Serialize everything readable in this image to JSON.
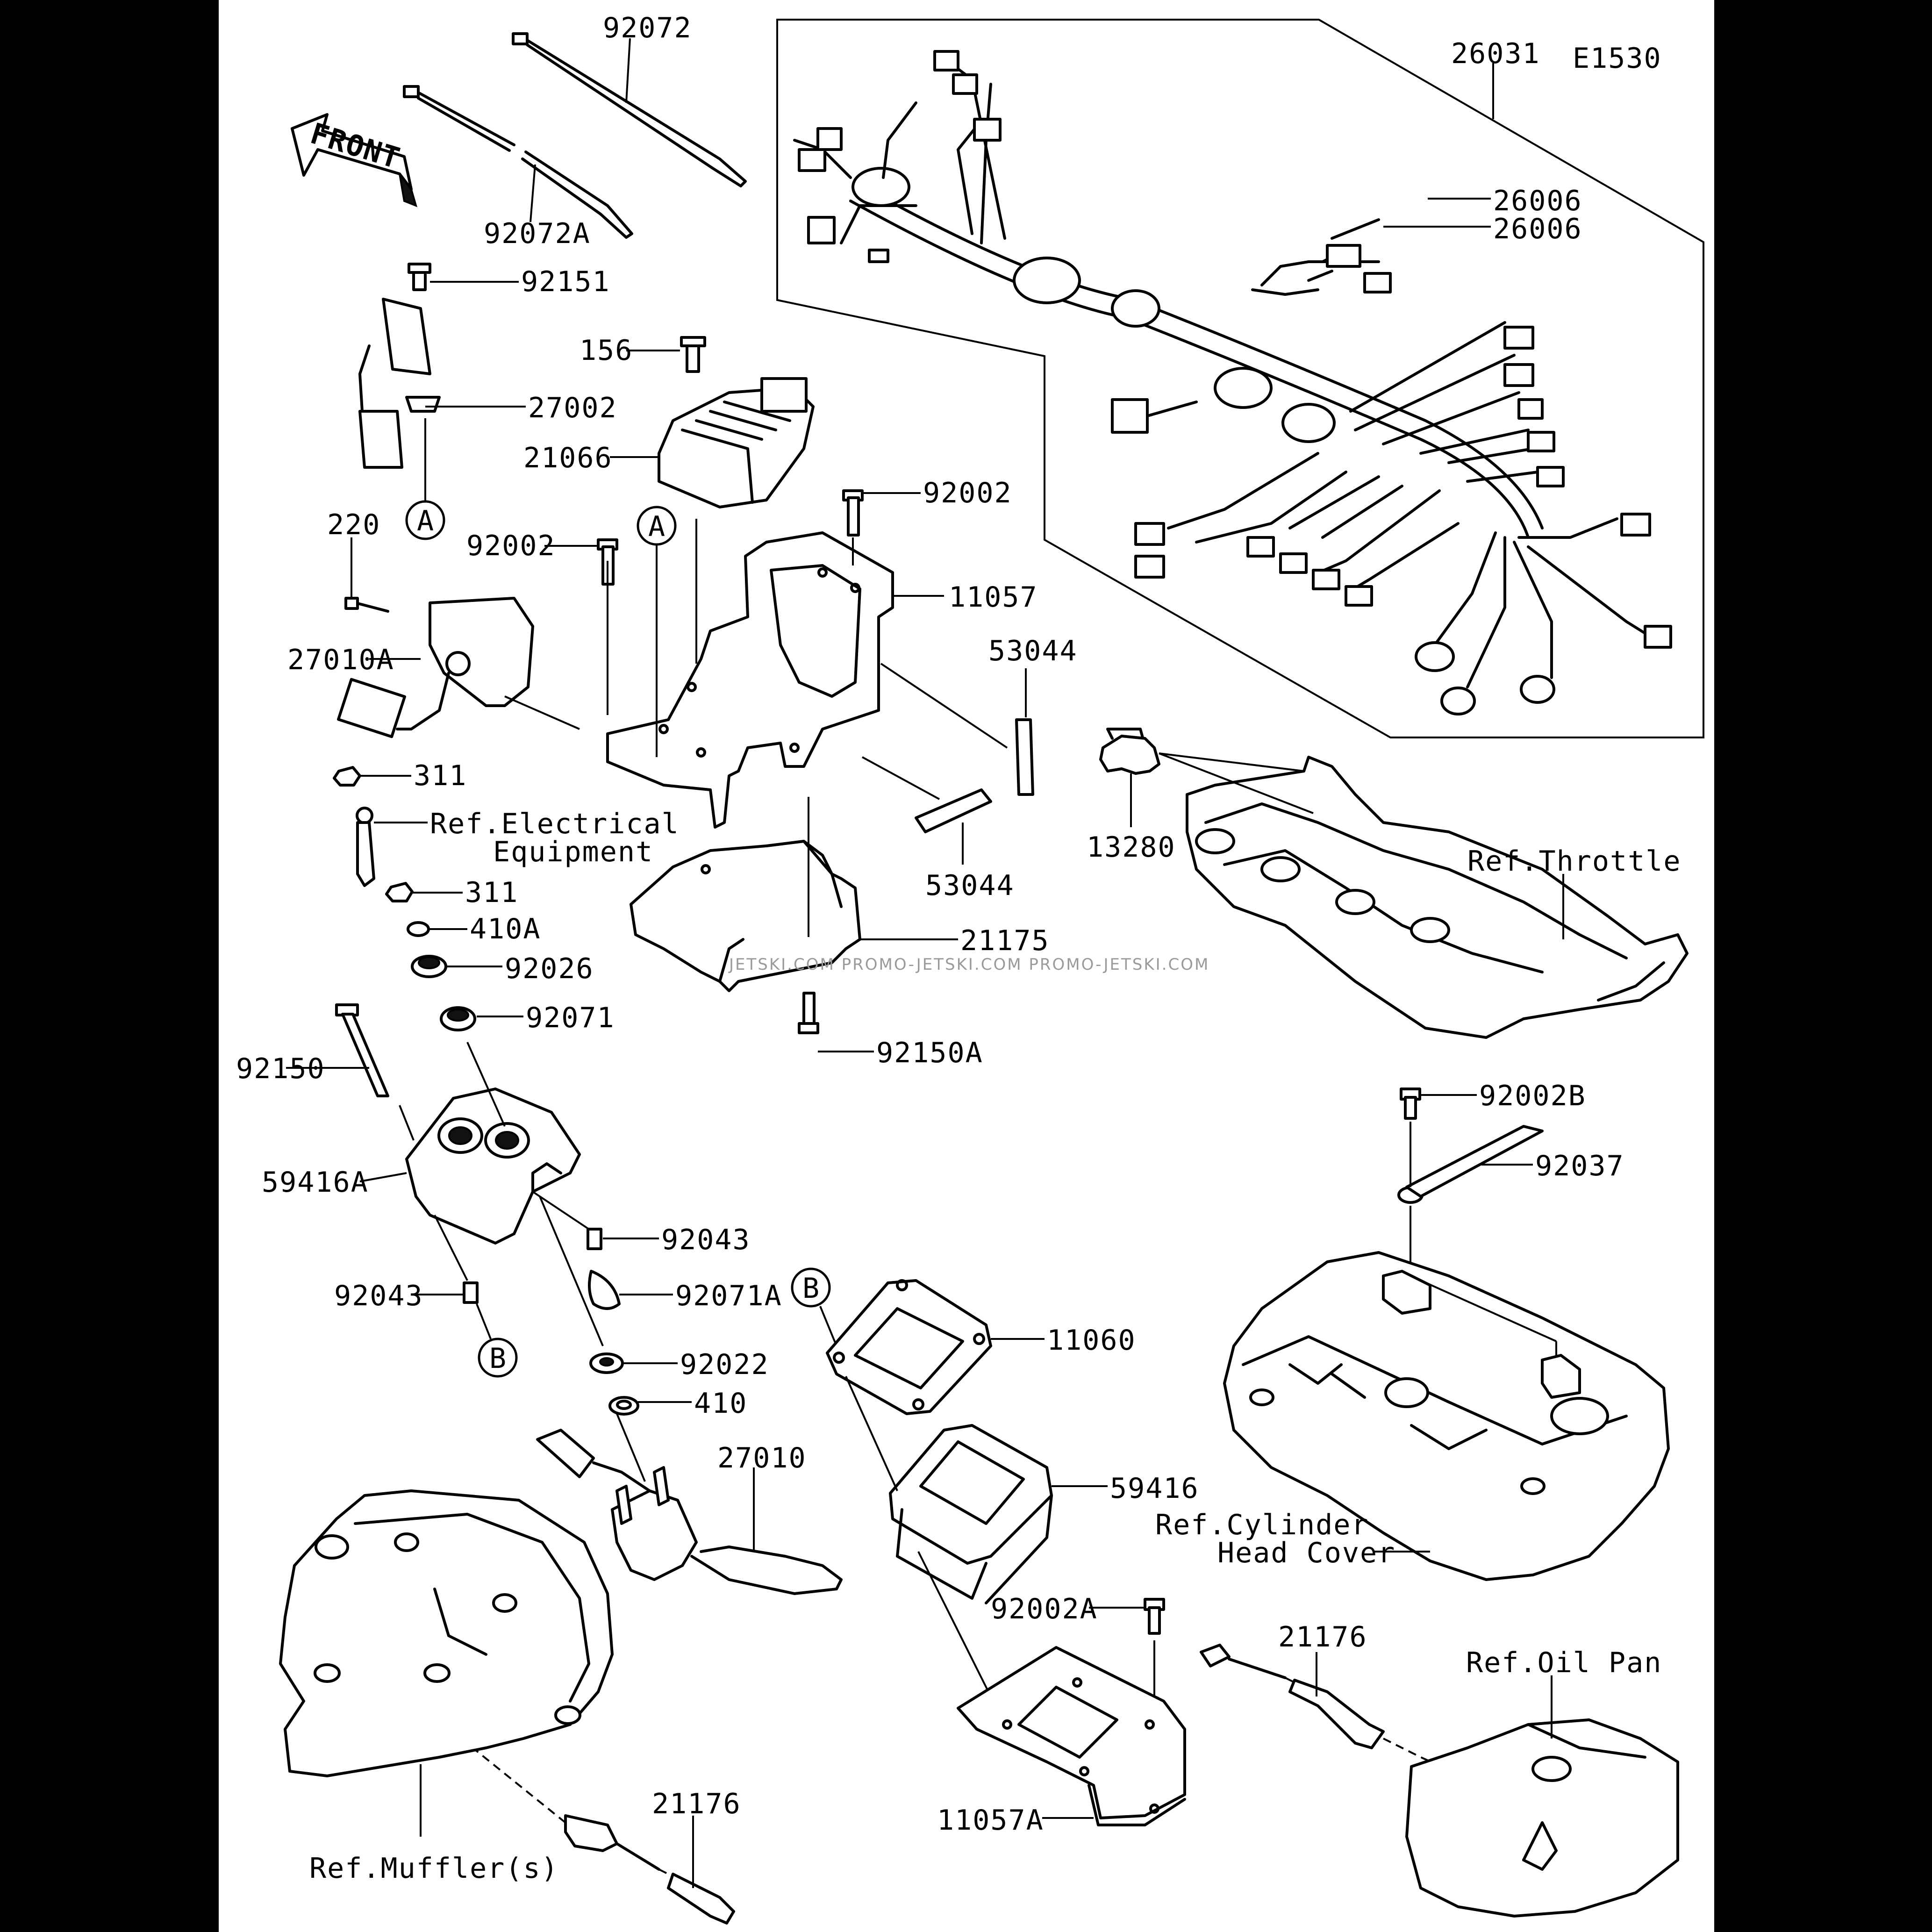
{
  "diagram_code": "E1530",
  "watermark": "JETSKI.COM PROMO-JETSKI.COM PROMO-JETSKI.COM",
  "front_label": "FRONT",
  "callouts": {
    "a1": "A",
    "a2": "A",
    "b1": "B",
    "b2": "B"
  },
  "labels": {
    "p92072": "92072",
    "p92072A": "92072A",
    "p26031": "26031",
    "p26006a": "26006",
    "p26006b": "26006",
    "p92151": "92151",
    "p27002": "27002",
    "p156": "156",
    "p21066": "21066",
    "p92002a": "92002",
    "p92002b": "92002",
    "p220": "220",
    "p11057": "11057",
    "p27010A": "27010A",
    "p53044a": "53044",
    "p53044b": "53044",
    "p13280": "13280",
    "p311a": "311",
    "p311b": "311",
    "p410A": "410A",
    "p21175": "21175",
    "p92026": "92026",
    "p92071": "92071",
    "p92150A": "92150A",
    "p92150": "92150",
    "p59416A": "59416A",
    "p92043a": "92043",
    "p92043b": "92043",
    "p92071A": "92071A",
    "p92022": "92022",
    "p410": "410",
    "p11060": "11060",
    "p27010": "27010",
    "p59416": "59416",
    "p92002B": "92002B",
    "p92037": "92037",
    "p92002A": "92002A",
    "p21176a": "21176",
    "p21176b": "21176",
    "p11057A": "11057A"
  },
  "refs": {
    "electrical_1": "Ref.Electrical",
    "electrical_2": "Equipment",
    "throttle": "Ref.Throttle",
    "cylinder_1": "Ref.Cylinder",
    "cylinder_2": "Head Cover",
    "oil_pan": "Ref.Oil Pan",
    "muffler": "Ref.Muffler(s)"
  }
}
